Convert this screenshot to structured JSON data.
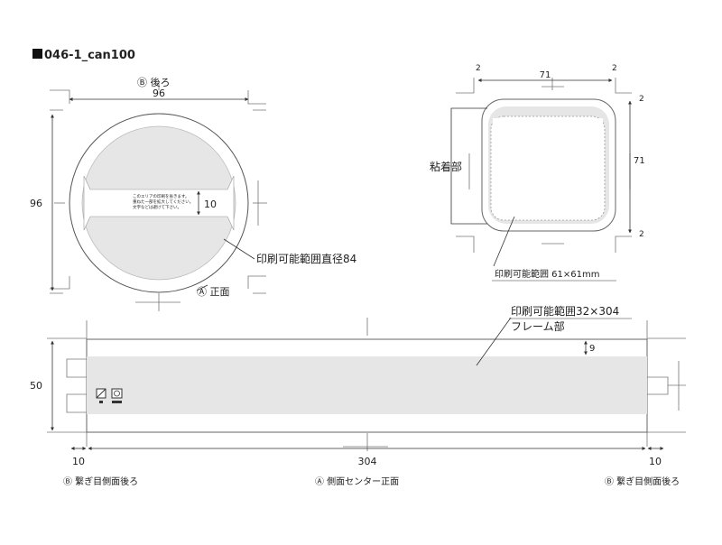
{
  "title": "046-1_can100",
  "top_view": {
    "back_label": "Ⓑ 後ろ",
    "width_value": "96",
    "height_value": "96",
    "inner_band_value": "10",
    "note_lines": [
      "このエリアの印刷を省きます。",
      "重ねた一部を拡大してください。",
      "文字などは避けて下さい。"
    ],
    "print_area_label": "印刷可能範囲直径84",
    "front_label": "Ⓐ 正面"
  },
  "label_view": {
    "top_value": "71",
    "right_value": "71",
    "corner_values": [
      "2",
      "2",
      "2",
      "2"
    ],
    "adhesive_label": "粘着部",
    "print_area_label": "印刷可能範囲 61×61mm"
  },
  "side_view": {
    "print_area_label": "印刷可能範囲32×304",
    "frame_label": "フレーム部",
    "frame_value": "9",
    "height_value": "50",
    "left_value": "10",
    "center_value": "304",
    "right_value": "10",
    "left_caption": "Ⓑ 繋ぎ目側面後ろ",
    "center_caption": "Ⓐ 側面センター正面",
    "right_caption": "Ⓑ 繋ぎ目側面後ろ"
  }
}
